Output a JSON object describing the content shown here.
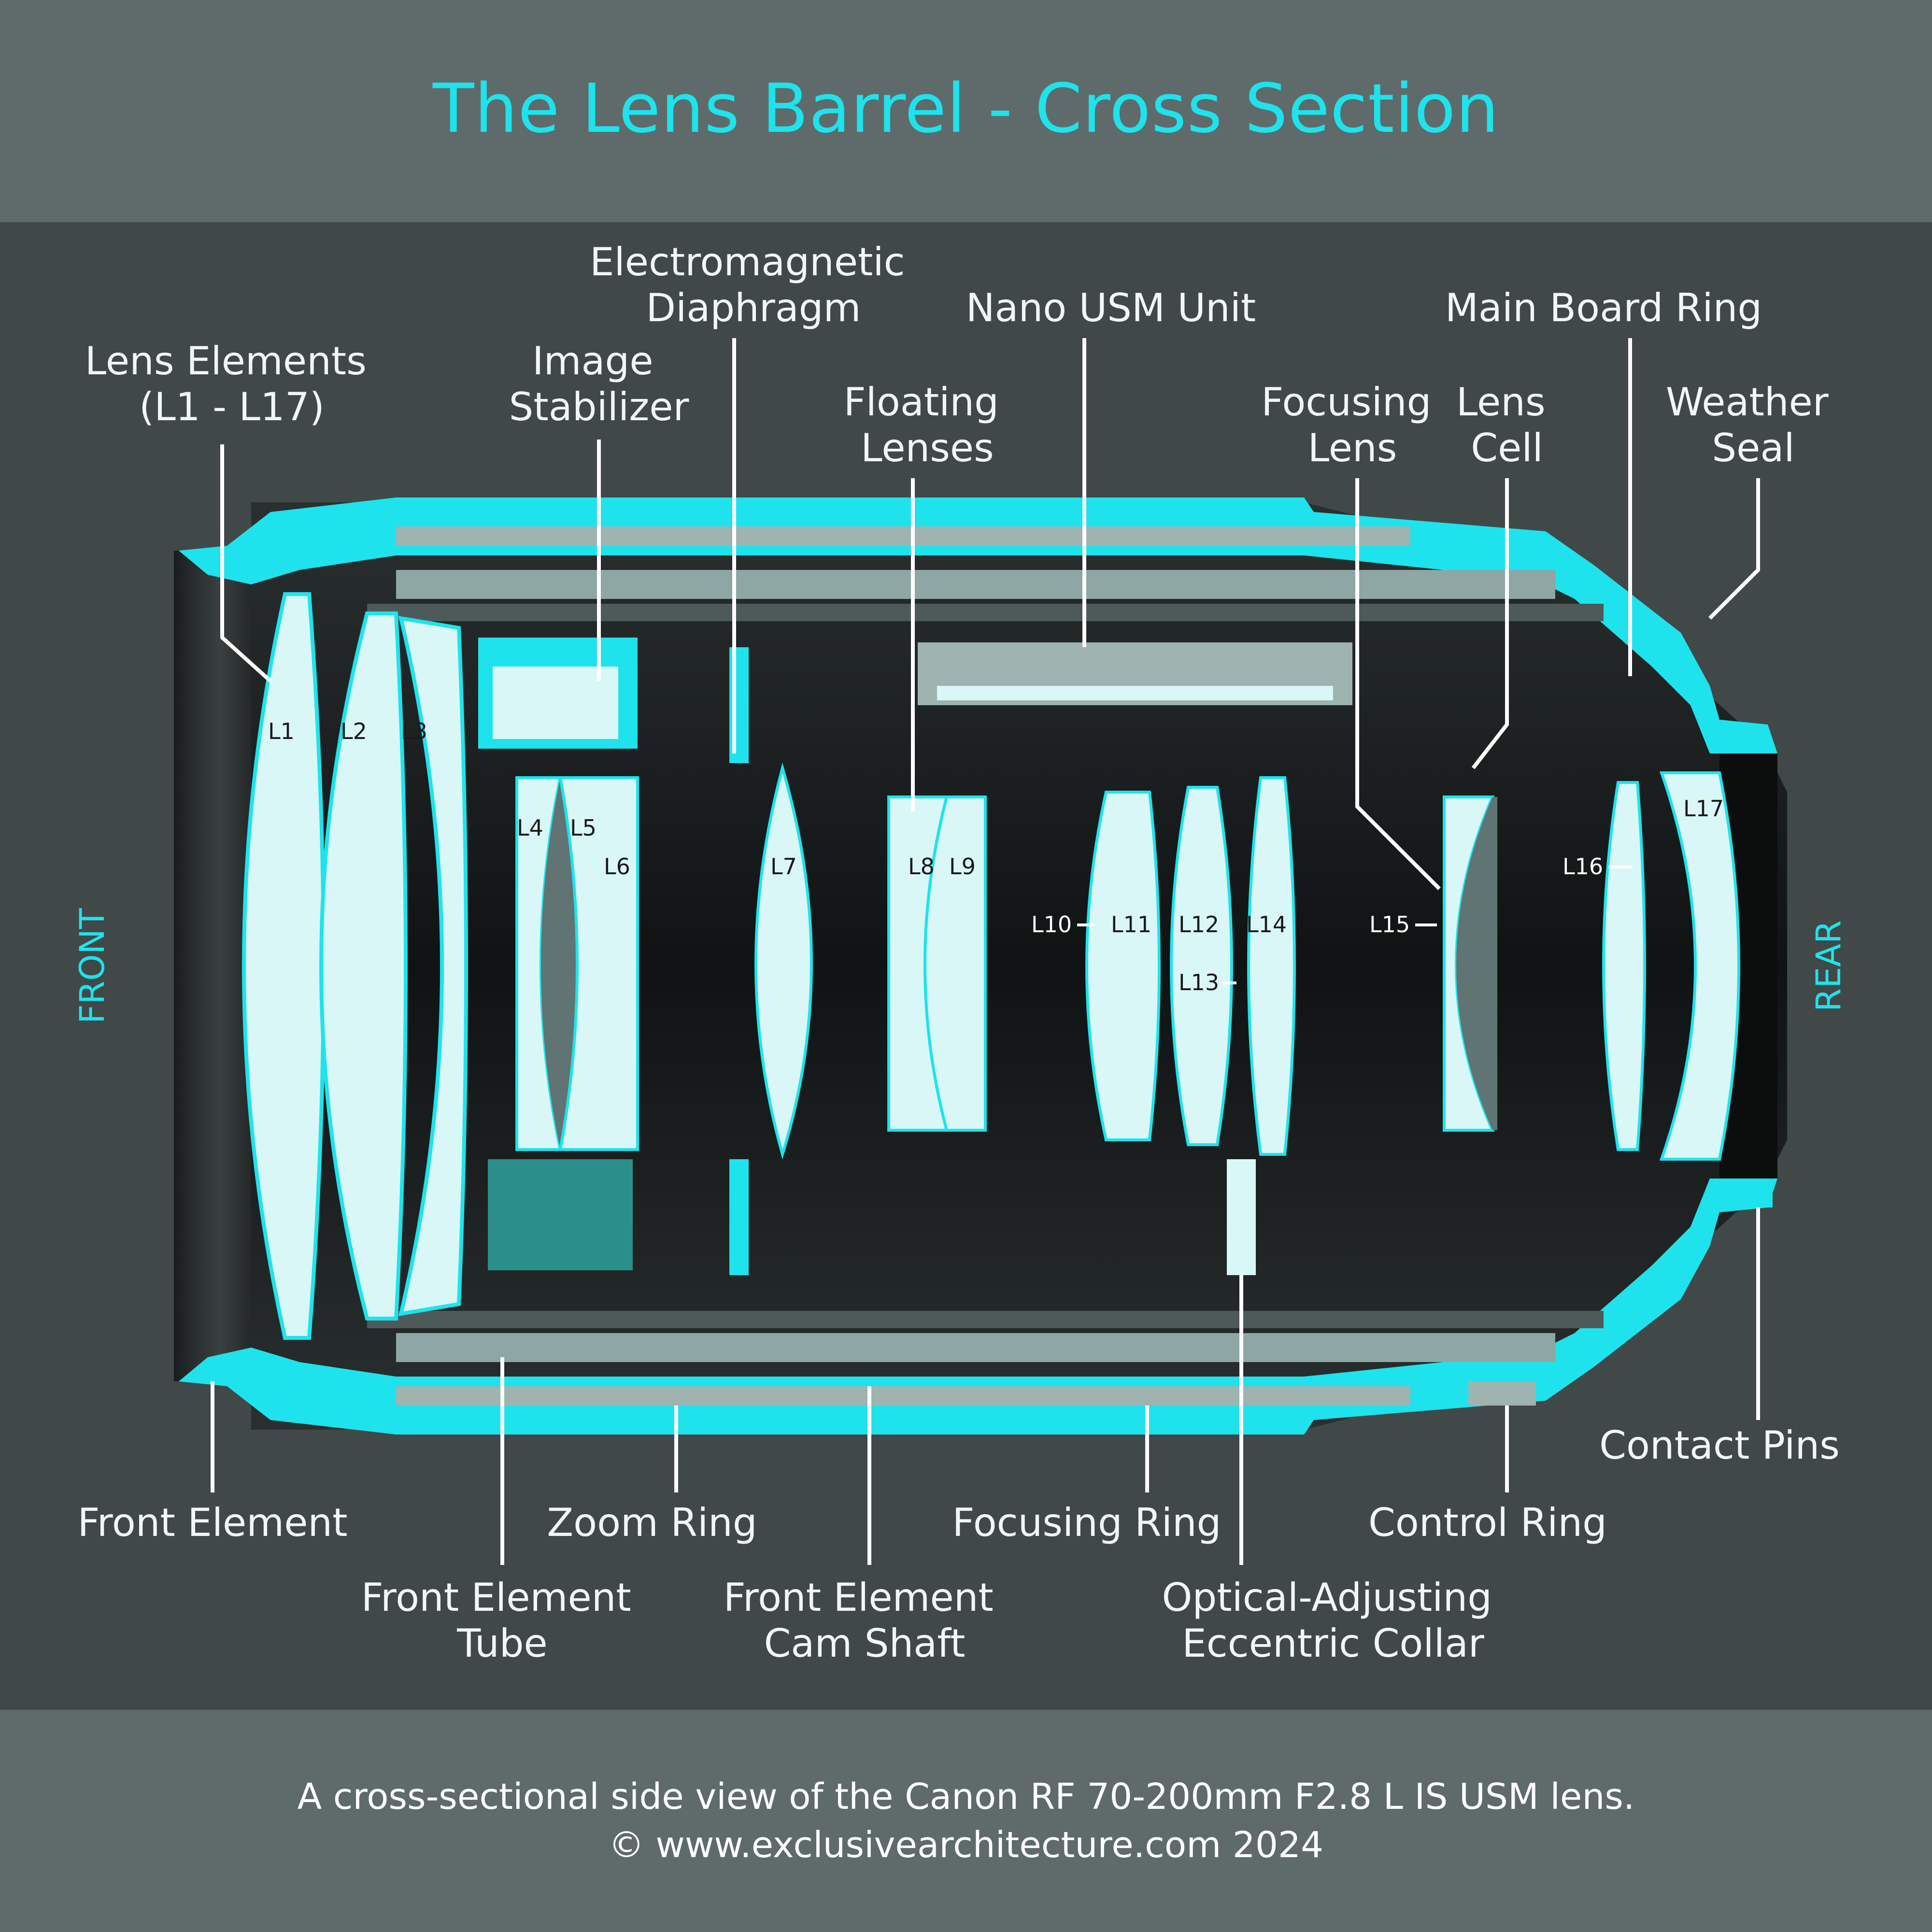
{
  "title": "The Lens Barrel - Cross Section",
  "caption": {
    "line1": "A cross-sectional side view of the Canon RF 70-200mm F2.8 L IS USM lens.",
    "line2": "© www.exclusivearchitecture.com 2024"
  },
  "sides": {
    "front": "FRONT",
    "rear": "REAR"
  },
  "labels": {
    "lens_elements": [
      "Lens Elements",
      "(L1 - L17)"
    ],
    "image_stabilizer": [
      "Image",
      "Stabilizer"
    ],
    "diaphragm": [
      "Electromagnetic",
      "Diaphragm"
    ],
    "floating_lenses": [
      "Floating",
      "Lenses"
    ],
    "nano_usm": [
      "Nano USM Unit"
    ],
    "focusing_lens": [
      "Focusing",
      "Lens"
    ],
    "lens_cell": [
      "Lens",
      "Cell"
    ],
    "main_board_ring": [
      "Main Board Ring"
    ],
    "weather_seal": [
      "Weather",
      "Seal"
    ],
    "front_element": [
      "Front Element"
    ],
    "front_element_tube": [
      "Front Element",
      "Tube"
    ],
    "zoom_ring": [
      "Zoom Ring"
    ],
    "cam_shaft": [
      "Front Element",
      "Cam Shaft"
    ],
    "focusing_ring": [
      "Focusing Ring"
    ],
    "eccentric_collar": [
      "Optical-Adjusting",
      "Eccentric Collar"
    ],
    "control_ring": [
      "Control Ring"
    ],
    "contact_pins": [
      "Contact Pins"
    ]
  },
  "elements": {
    "L1": "L1",
    "L2": "L2",
    "L3": "L3",
    "L4": "L4",
    "L5": "L5",
    "L6": "L6",
    "L7": "L7",
    "L8": "L8",
    "L9": "L9",
    "L10": "L10",
    "L11": "L11",
    "L12": "L12",
    "L13": "L13",
    "L14": "L14",
    "L15": "L15",
    "L16": "L16",
    "L17": "L17"
  },
  "colors": {
    "accent": "#1ee3ec",
    "glass": "#d9f7f6",
    "panel": "#414848",
    "frame": "#5e6b6a"
  }
}
